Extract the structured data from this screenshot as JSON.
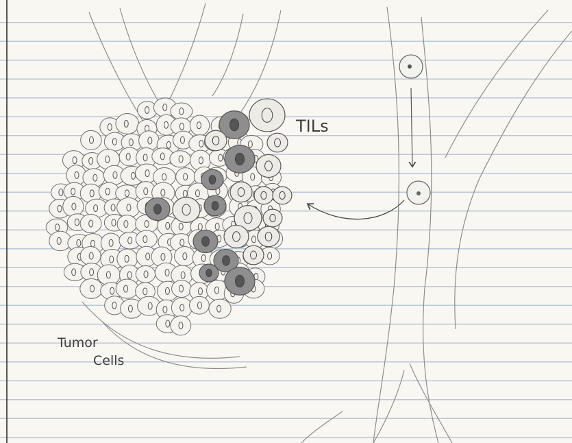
{
  "labels": {
    "tils": "TILs",
    "tumor_line1": "Tumor",
    "tumor_line2": "Cells"
  },
  "colors": {
    "paper": "#f8f7f2",
    "rule_line": "#b9c7d8",
    "pencil": "#5a5a5a",
    "dark_cell": "#8a8a8a"
  }
}
